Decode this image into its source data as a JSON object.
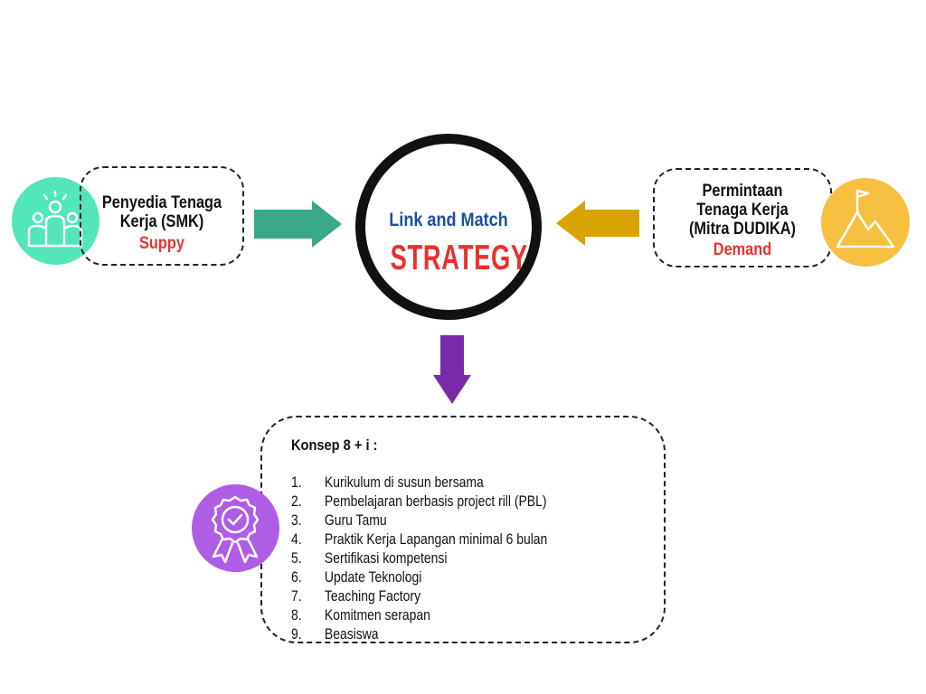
{
  "supply": {
    "line1": "Penyedia Tenaga",
    "line2": "Kerja (SMK)",
    "label": "Suppy",
    "icon": "team-icon",
    "color": "#52e6b8"
  },
  "demand": {
    "line1": "Permintaan",
    "line2": "Tenaga Kerja",
    "line3": "(Mitra DUDIKA)",
    "label": "Demand",
    "icon": "mountain-flag-icon",
    "color": "#f7c041"
  },
  "center": {
    "title": "Link and Match",
    "subtitle": "STRATEGY"
  },
  "concept": {
    "title": "Konsep 8 + i :",
    "icon": "award-badge-icon",
    "color": "#b05de6",
    "items": [
      {
        "num": "1.",
        "text": "Kurikulum di susun bersama"
      },
      {
        "num": "2.",
        "text": "Pembelajaran berbasis project rill (PBL)"
      },
      {
        "num": "3.",
        "text": "Guru Tamu"
      },
      {
        "num": "4.",
        "text": "Praktik Kerja Lapangan minimal 6 bulan"
      },
      {
        "num": "5.",
        "text": "Sertifikasi kompetensi"
      },
      {
        "num": "6.",
        "text": "Update Teknologi"
      },
      {
        "num": "7.",
        "text": "Teaching Factory"
      },
      {
        "num": "8.",
        "text": "Komitmen serapan"
      },
      {
        "num": "9.",
        "text": "Beasiswa"
      }
    ]
  },
  "arrows": {
    "supply_color": "#3aa98a",
    "demand_color": "#d9a302",
    "down_color": "#7a2aa8"
  },
  "colors": {
    "accent_red": "#e8322f",
    "title_blue": "#1c4fa0"
  }
}
